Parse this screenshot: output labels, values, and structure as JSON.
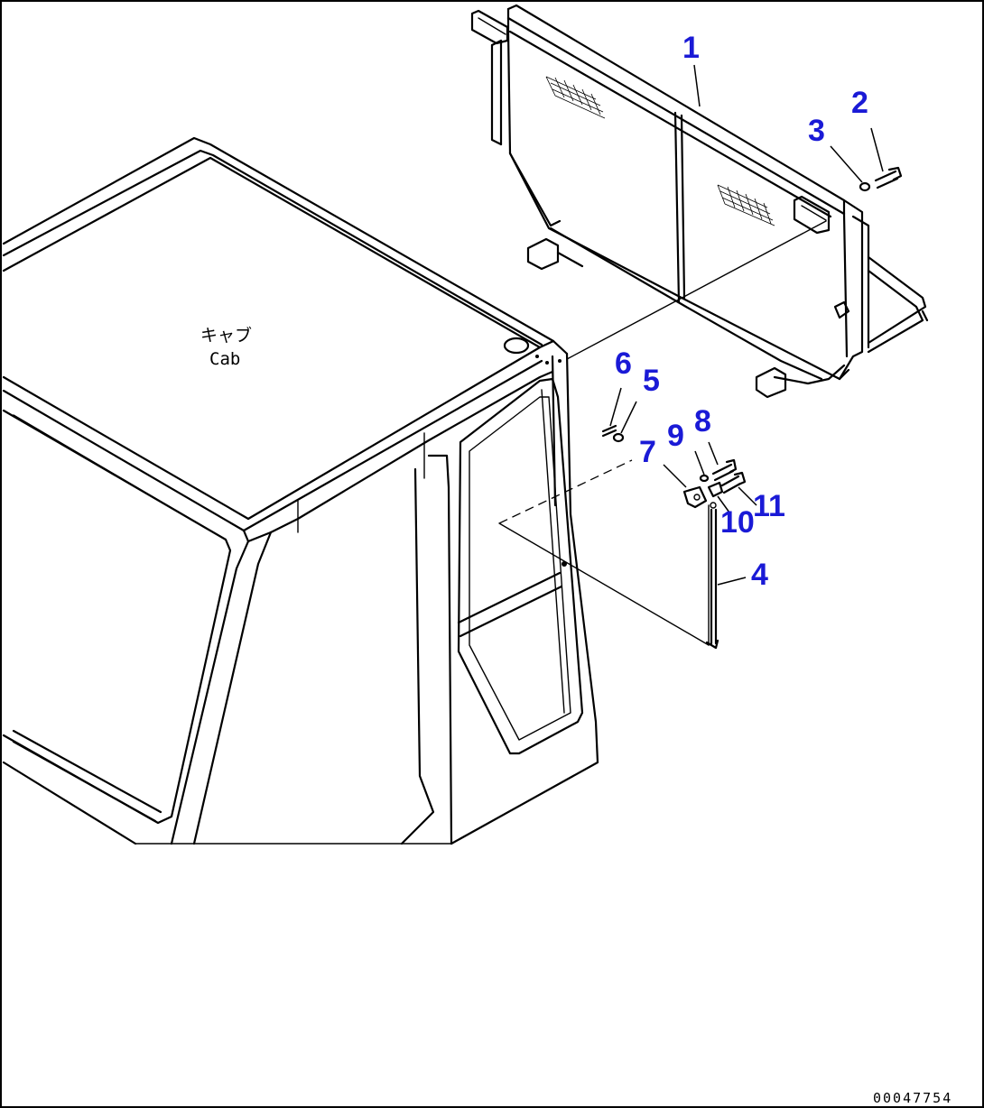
{
  "callouts": [
    "1",
    "2",
    "3",
    "4",
    "5",
    "6",
    "7",
    "8",
    "9",
    "10",
    "11"
  ],
  "labels": {
    "cab_jp": "キャブ",
    "cab_en": "Cab"
  },
  "drawing_code": "00047754"
}
